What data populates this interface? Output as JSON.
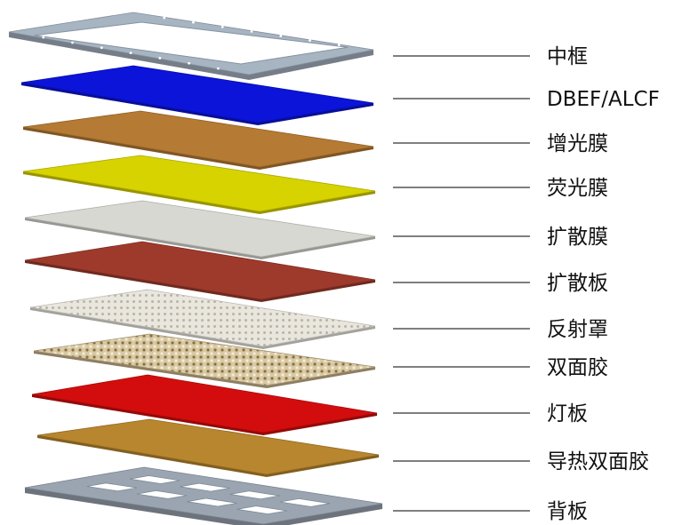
{
  "diagram": {
    "layers": [
      {
        "label": "中框",
        "color": "#a7b4c2",
        "pattern": "frame"
      },
      {
        "label": "DBEF/ALCF",
        "color": "#0b14d8",
        "pattern": "solid"
      },
      {
        "label": "增光膜",
        "color": "#b57a33",
        "pattern": "solid"
      },
      {
        "label": "荧光膜",
        "color": "#d7d300",
        "pattern": "solid"
      },
      {
        "label": "扩散膜",
        "color": "#d8d8d2",
        "pattern": "solid"
      },
      {
        "label": "扩散板",
        "color": "#9e3a2c",
        "pattern": "solid"
      },
      {
        "label": "反射罩",
        "color": "#e9e6de",
        "pattern": "dots"
      },
      {
        "label": "双面胶",
        "color": "#c9b48c",
        "pattern": "mesh"
      },
      {
        "label": "灯板",
        "color": "#d30d0d",
        "pattern": "solid"
      },
      {
        "label": "导热双面胶",
        "color": "#b8862e",
        "pattern": "solid"
      },
      {
        "label": "背板",
        "color": "#9aa5b1",
        "pattern": "tray"
      }
    ]
  }
}
